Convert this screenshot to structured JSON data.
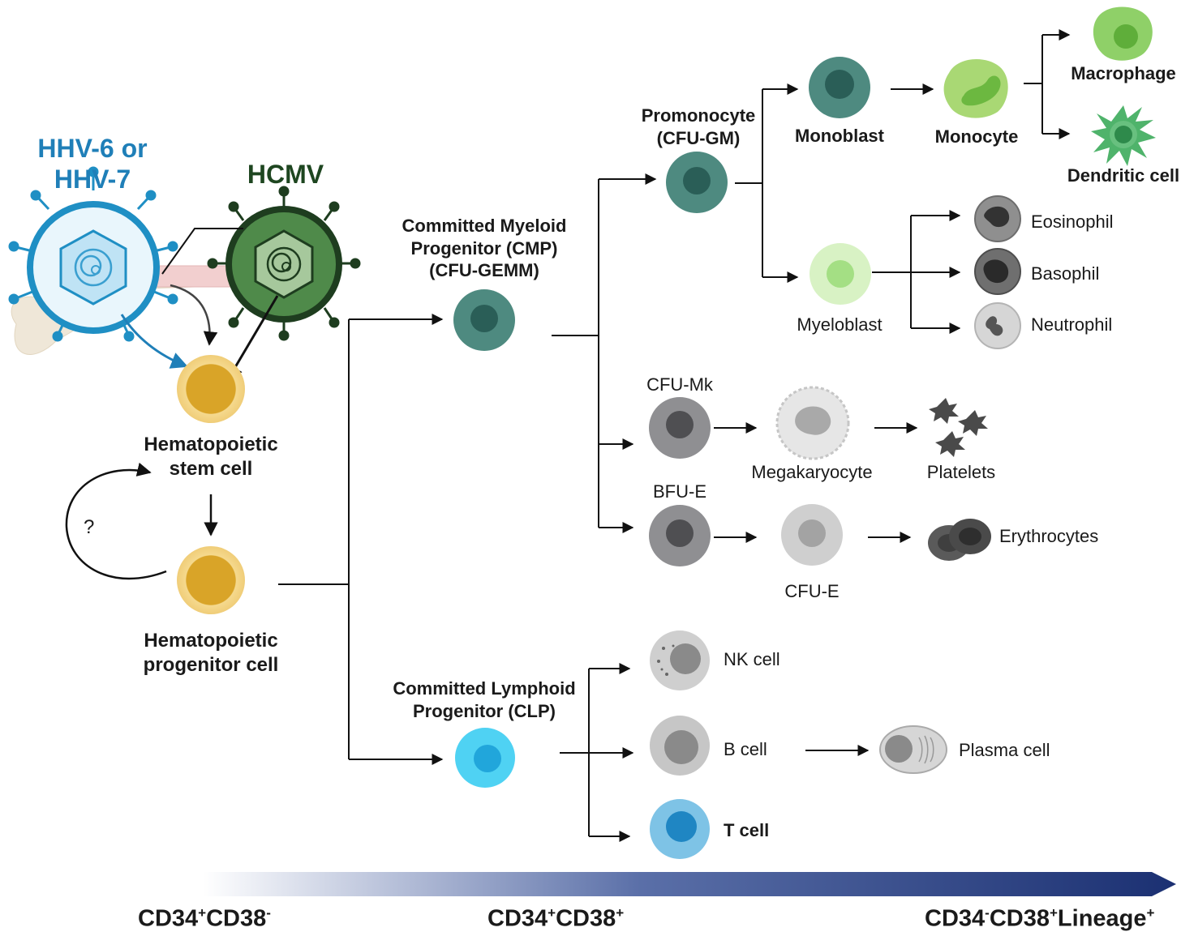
{
  "viruses": {
    "hhv_line1": "HHV-6 or",
    "hhv_line2": "HHV-7",
    "hcmv": "HCMV",
    "hhv_color": "#1f7fb8",
    "hcmv_color": "#1e4620"
  },
  "stem": {
    "hsc_line1": "Hematopoietic",
    "hsc_line2": "stem cell",
    "hpc_line1": "Hematopoietic",
    "hpc_line2": "progenitor cell",
    "question": "?"
  },
  "progenitors": {
    "cmp_line1": "Committed Myeloid",
    "cmp_line2": "Progenitor (CMP)",
    "cmp_line3": "(CFU-GEMM)",
    "clp_line1": "Committed Lymphoid",
    "clp_line2": "Progenitor (CLP)"
  },
  "myeloid": {
    "promonocyte_line1": "Promonocyte",
    "promonocyte_line2": "(CFU-GM)",
    "monoblast": "Monoblast",
    "monocyte": "Monocyte",
    "macrophage": "Macrophage",
    "dendritic": "Dendritic cell",
    "myeloblast": "Myeloblast",
    "eosinophil": "Eosinophil",
    "basophil": "Basophil",
    "neutrophil": "Neutrophil",
    "cfu_mk": "CFU-Mk",
    "megakaryocyte": "Megakaryocyte",
    "platelets": "Platelets",
    "bfu_e": "BFU-E",
    "cfu_e": "CFU-E",
    "erythrocytes": "Erythrocytes"
  },
  "lymphoid": {
    "nk": "NK cell",
    "b": "B cell",
    "plasma": "Plasma cell",
    "t": "T cell"
  },
  "axis": {
    "left_main": "CD34",
    "left_sup1": "+",
    "left_main2": "CD38",
    "left_sup2": "-",
    "mid_main": "CD34",
    "mid_sup1": "+",
    "mid_main2": "CD38",
    "mid_sup2": "+",
    "right_main": "CD34",
    "right_sup1": "-",
    "right_main2": "CD38",
    "right_sup2": "+",
    "right_main3": "Lineage",
    "right_sup3": "+",
    "arrow_color": "#1b3072"
  }
}
